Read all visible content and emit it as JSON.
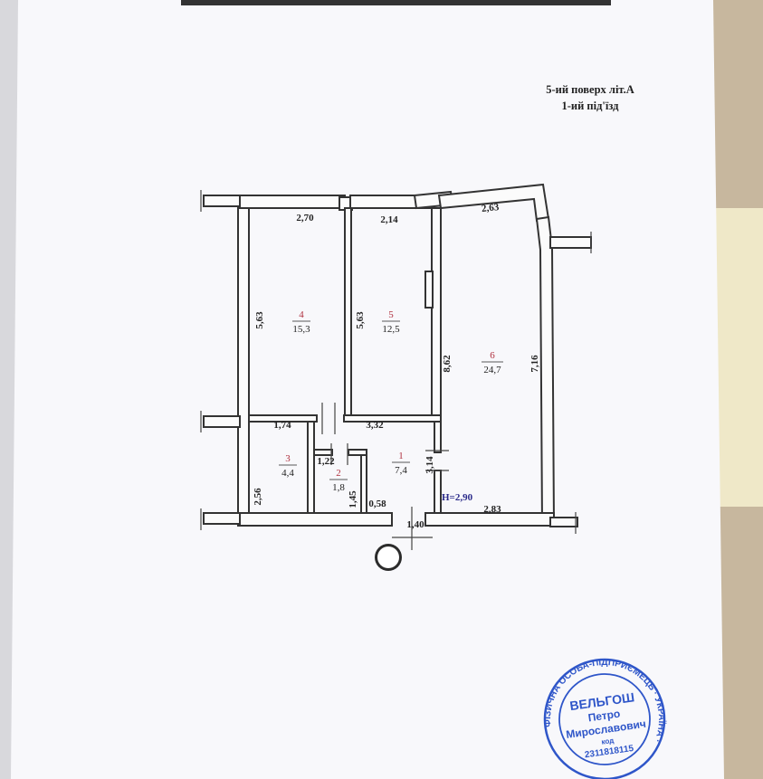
{
  "header": {
    "floor": "5-ий поверх літ.А",
    "entrance": "1-ий під'їзд"
  },
  "rooms": [
    {
      "number": "4",
      "area": "15,3"
    },
    {
      "number": "5",
      "area": "12,5"
    },
    {
      "number": "6",
      "area": "24,7"
    },
    {
      "number": "3",
      "area": "4,4"
    },
    {
      "number": "2",
      "area": "1,8"
    },
    {
      "number": "1",
      "area": "7,4"
    }
  ],
  "dimensions": {
    "room4_width": "2,70",
    "room4_height": "5,63",
    "room5_width": "2,14",
    "room5_height": "5,63",
    "room6_top": "2,63",
    "room6_left": "8,62",
    "room6_right": "7,16",
    "room6_bottom": "2,83",
    "room3_width": "1,74",
    "room3_height": "2,56",
    "room2_width": "1,22",
    "room2_height": "1,45",
    "room1_width": "3,32",
    "room1_height": "3,14",
    "room1_small": "0,58",
    "room1_door": "1,40"
  },
  "ceiling_height": "H=2,90",
  "stamp": {
    "ring_text": "ФІЗИЧНА ОСОБА-ПІДПРИЄМЕЦЬ · УКРАЇНА ·",
    "surname": "ВЕЛЬГОШ",
    "name": "Петро",
    "patronymic": "Мирославович",
    "code_label": "код",
    "code": "2311818115"
  },
  "colors": {
    "paper": "#fbfbfb",
    "stamp": "#2f56c9",
    "room_number": "#b0313f"
  }
}
